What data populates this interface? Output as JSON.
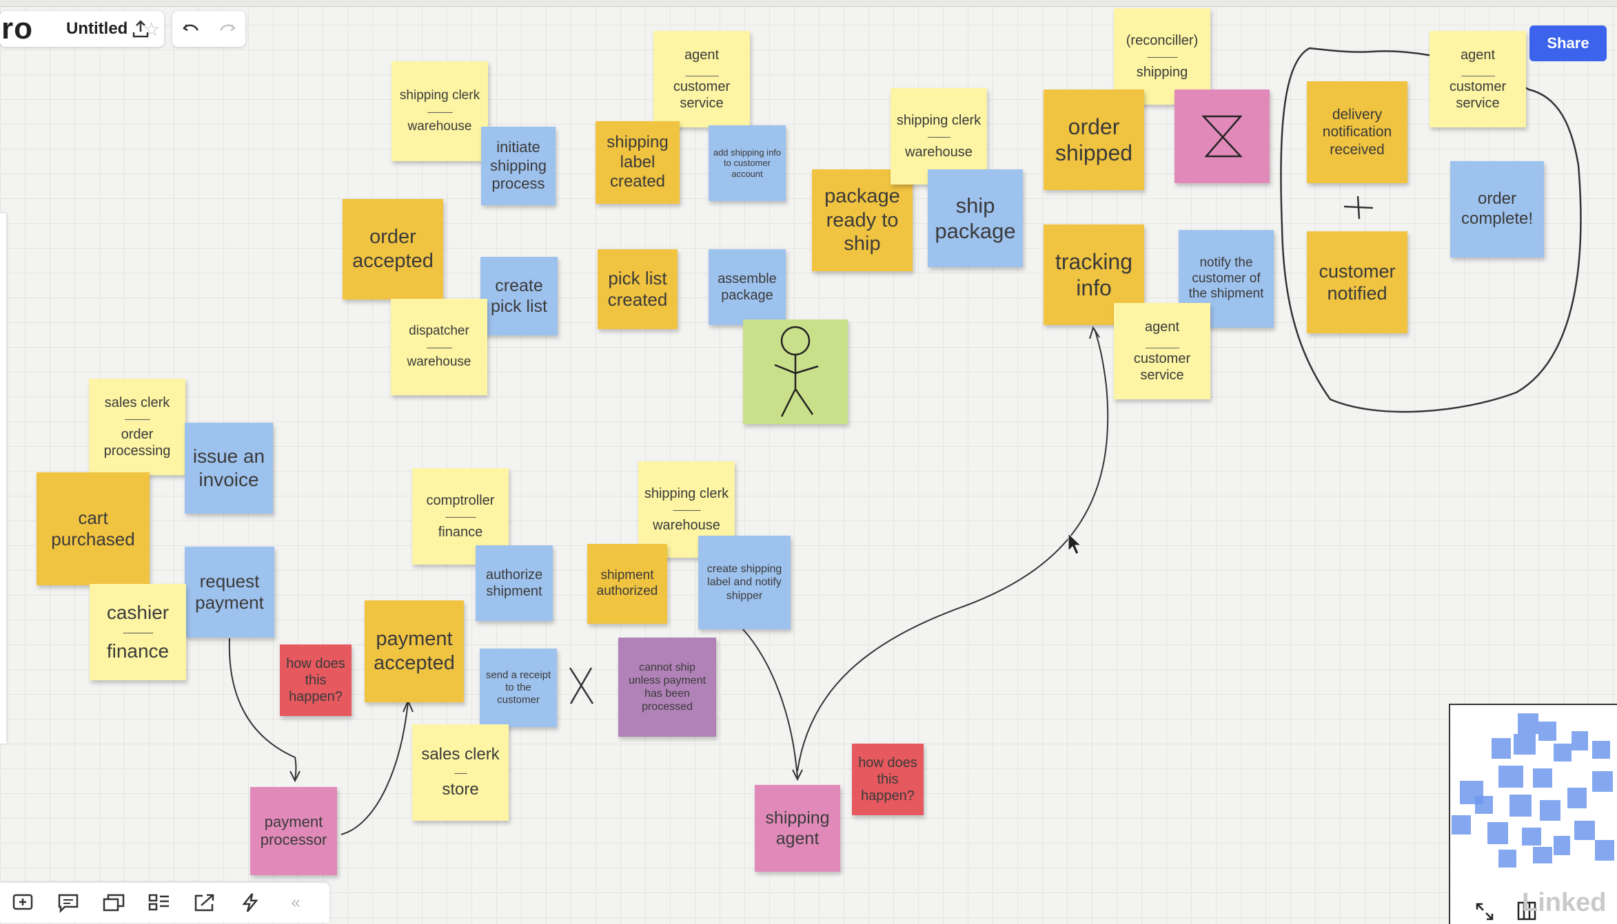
{
  "app": {
    "logo_fragment": "ro",
    "board_title": "Untitled",
    "share_label": "Share"
  },
  "notes": {
    "shipping_clerk_1": {
      "role": "shipping clerk",
      "dept": "warehouse"
    },
    "initiate_shipping": "initiate shipping process",
    "order_accepted": "order accepted",
    "create_pick_list": "create pick list",
    "dispatcher": {
      "role": "dispatcher",
      "dept": "warehouse"
    },
    "agent_1": {
      "role": "agent",
      "dept": "customer service"
    },
    "shipping_label_created": "shipping label created",
    "add_shipping_info": "add shipping info to customer account",
    "pick_list_created": "pick list created",
    "assemble_package": "assemble package",
    "package_ready": "package ready to ship",
    "shipping_clerk_2": {
      "role": "shipping clerk",
      "dept": "warehouse"
    },
    "ship_package": "ship package",
    "reconciller": {
      "role": "(reconciller)",
      "dept": "shipping"
    },
    "order_shipped": "order shipped",
    "tracking_info": "tracking info",
    "notify_customer": "notify the customer of the shipment",
    "agent_2": {
      "role": "agent",
      "dept": "customer service"
    },
    "agent_3": {
      "role": "agent",
      "dept": "customer service"
    },
    "delivery_notification": "delivery notification received",
    "customer_notified": "customer notified",
    "order_complete": "order complete!",
    "sales_clerk_1": {
      "role": "sales clerk",
      "dept": "order processing"
    },
    "issue_invoice": "issue an invoice",
    "cart_purchased": "cart purchased",
    "request_payment": "request payment",
    "cashier": {
      "role": "cashier",
      "dept": "finance"
    },
    "how_happen_1": "how does this happen?",
    "payment_processor": "payment processor",
    "comptroller": {
      "role": "comptroller",
      "dept": "finance"
    },
    "authorize_shipment": "authorize shipment",
    "payment_accepted": "payment accepted",
    "send_receipt": "send a receipt to the customer",
    "sales_clerk_2": {
      "role": "sales clerk",
      "dept": "store"
    },
    "shipping_clerk_3": {
      "role": "shipping clerk",
      "dept": "warehouse"
    },
    "shipment_authorized": "shipment authorized",
    "create_label_notify": "create shipping label and notify shipper",
    "cannot_ship": "cannot ship unless payment has been processed",
    "shipping_agent": "shipping agent",
    "how_happen_2": "how does this happen?"
  },
  "watermark": "Linked",
  "colors": {
    "yellow": "#fdf5a3",
    "orange": "#f0c340",
    "blue": "#9ec2ee",
    "pink": "#e18ab9",
    "red": "#e5595f",
    "purple": "#b082b7",
    "green": "#c9e08a",
    "share": "#3b63ec"
  },
  "icons": {
    "toolbar": [
      "star-icon",
      "upload-icon",
      "undo-icon",
      "redo-icon"
    ],
    "bottom": [
      "frame-icon",
      "comment-icon",
      "cards-icon",
      "kanban-icon",
      "export-icon",
      "bolt-icon",
      "collapse-icon"
    ],
    "minimap": [
      "fullscreen-icon",
      "grid-icon"
    ]
  }
}
